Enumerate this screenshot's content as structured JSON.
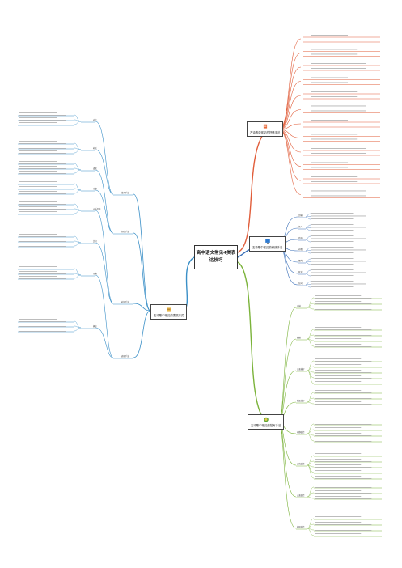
{
  "title": "高中语文常见4类表达技巧",
  "branches": {
    "right_top": {
      "label": "古诗歌中常见的抒情手法",
      "color": "#e15d3a"
    },
    "right_mid": {
      "label": "古诗歌中常见的修辞手法",
      "color": "#3a6fb7"
    },
    "right_bot": {
      "label": "古诗歌中常见的描写手法",
      "color": "#7bb33a"
    },
    "left": {
      "label": "古诗歌中常见的表现方式",
      "color": "#3a8fc7"
    }
  },
  "left_groups": [
    "描写手法",
    "抒情手法",
    "衬托手法",
    "表现手法"
  ],
  "left_sub": [
    "对比",
    "衬托",
    "虚实",
    "动静",
    "以乐写哀",
    "比兴",
    "用典",
    "象征"
  ],
  "mid_sub": [
    "比喻",
    "拟人",
    "夸张",
    "对偶",
    "借代",
    "双关",
    "反问"
  ],
  "bot_sub": [
    "白描",
    "细描",
    "正面描写",
    "侧面描写",
    "动静结合",
    "虚实结合",
    "点面结合",
    "视听结合"
  ],
  "icons": {
    "right_top": "pen-icon",
    "right_mid": "monitor-icon",
    "right_bot": "globe-icon",
    "left": "scroll-icon"
  }
}
